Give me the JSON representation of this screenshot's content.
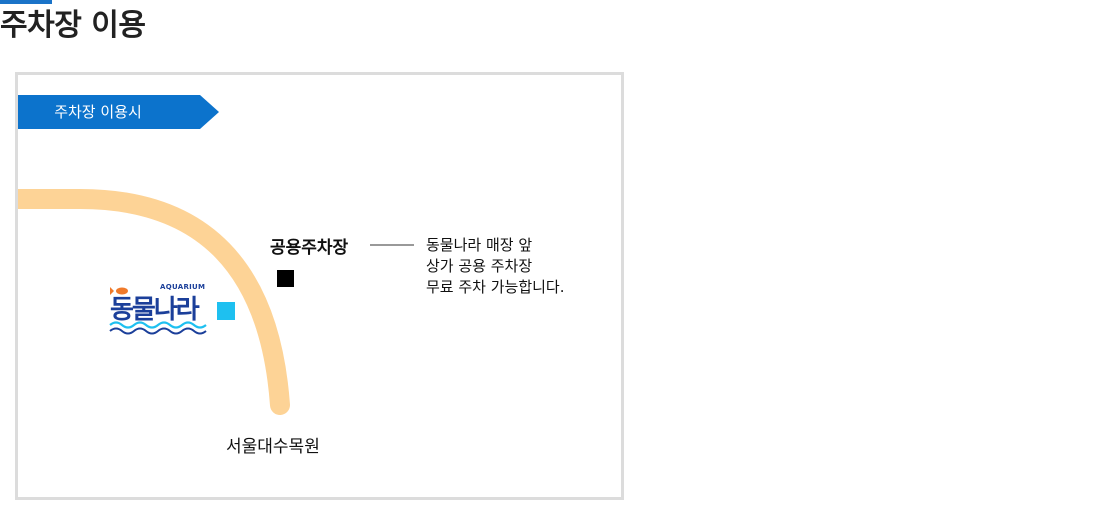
{
  "header": {
    "title": "주차장 이용"
  },
  "map": {
    "ribbon": {
      "label": "주차장 이용시",
      "color": "#0c73cc"
    },
    "road": {
      "color": "#fdd396"
    },
    "parking": {
      "label": "공용주차장",
      "note_lines": [
        "동물나라 매장 앞",
        "상가 공용 주차장",
        "무료 주차 가능합니다."
      ]
    },
    "destination": {
      "label": "서울대수목원"
    },
    "store": {
      "logo_text": "동물나라",
      "logo_sub": "AQUARIUM",
      "marker_color": "#1ec0f0"
    }
  }
}
